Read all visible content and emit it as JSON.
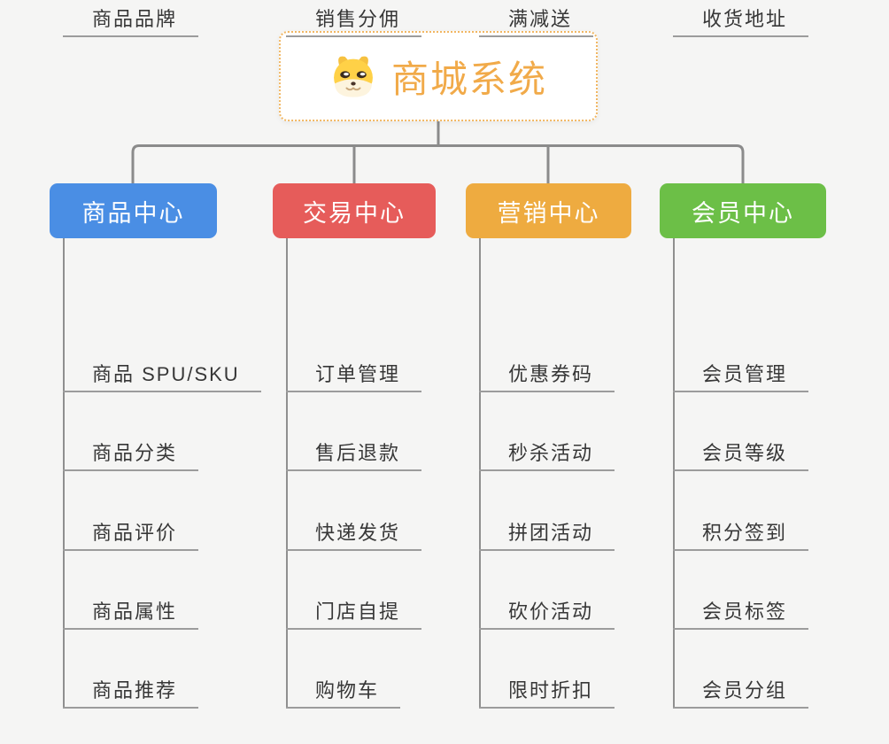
{
  "title": "商城系统思维导图",
  "root": {
    "label": "商城系统",
    "icon": "dog-face-icon",
    "text_color": "#f1aa49",
    "border_color": "#f1b763"
  },
  "connector_color": "#8b8b8b",
  "underline_color": "#9c9c9c",
  "branches": [
    {
      "label": "商品中心",
      "color": "#4a8ee4",
      "items": [
        "商品 SPU/SKU",
        "商品分类",
        "商品评价",
        "商品属性",
        "商品推荐",
        "商品品牌"
      ]
    },
    {
      "label": "交易中心",
      "color": "#e65c5a",
      "items": [
        "订单管理",
        "售后退款",
        "快递发货",
        "门店自提",
        "购物车",
        "销售分佣"
      ]
    },
    {
      "label": "营销中心",
      "color": "#eeab40",
      "items": [
        "优惠券码",
        "秒杀活动",
        "拼团活动",
        "砍价活动",
        "限时折扣",
        "满减送"
      ]
    },
    {
      "label": "会员中心",
      "color": "#6cbf47",
      "items": [
        "会员管理",
        "会员等级",
        "积分签到",
        "会员标签",
        "会员分组",
        "收货地址"
      ]
    }
  ]
}
